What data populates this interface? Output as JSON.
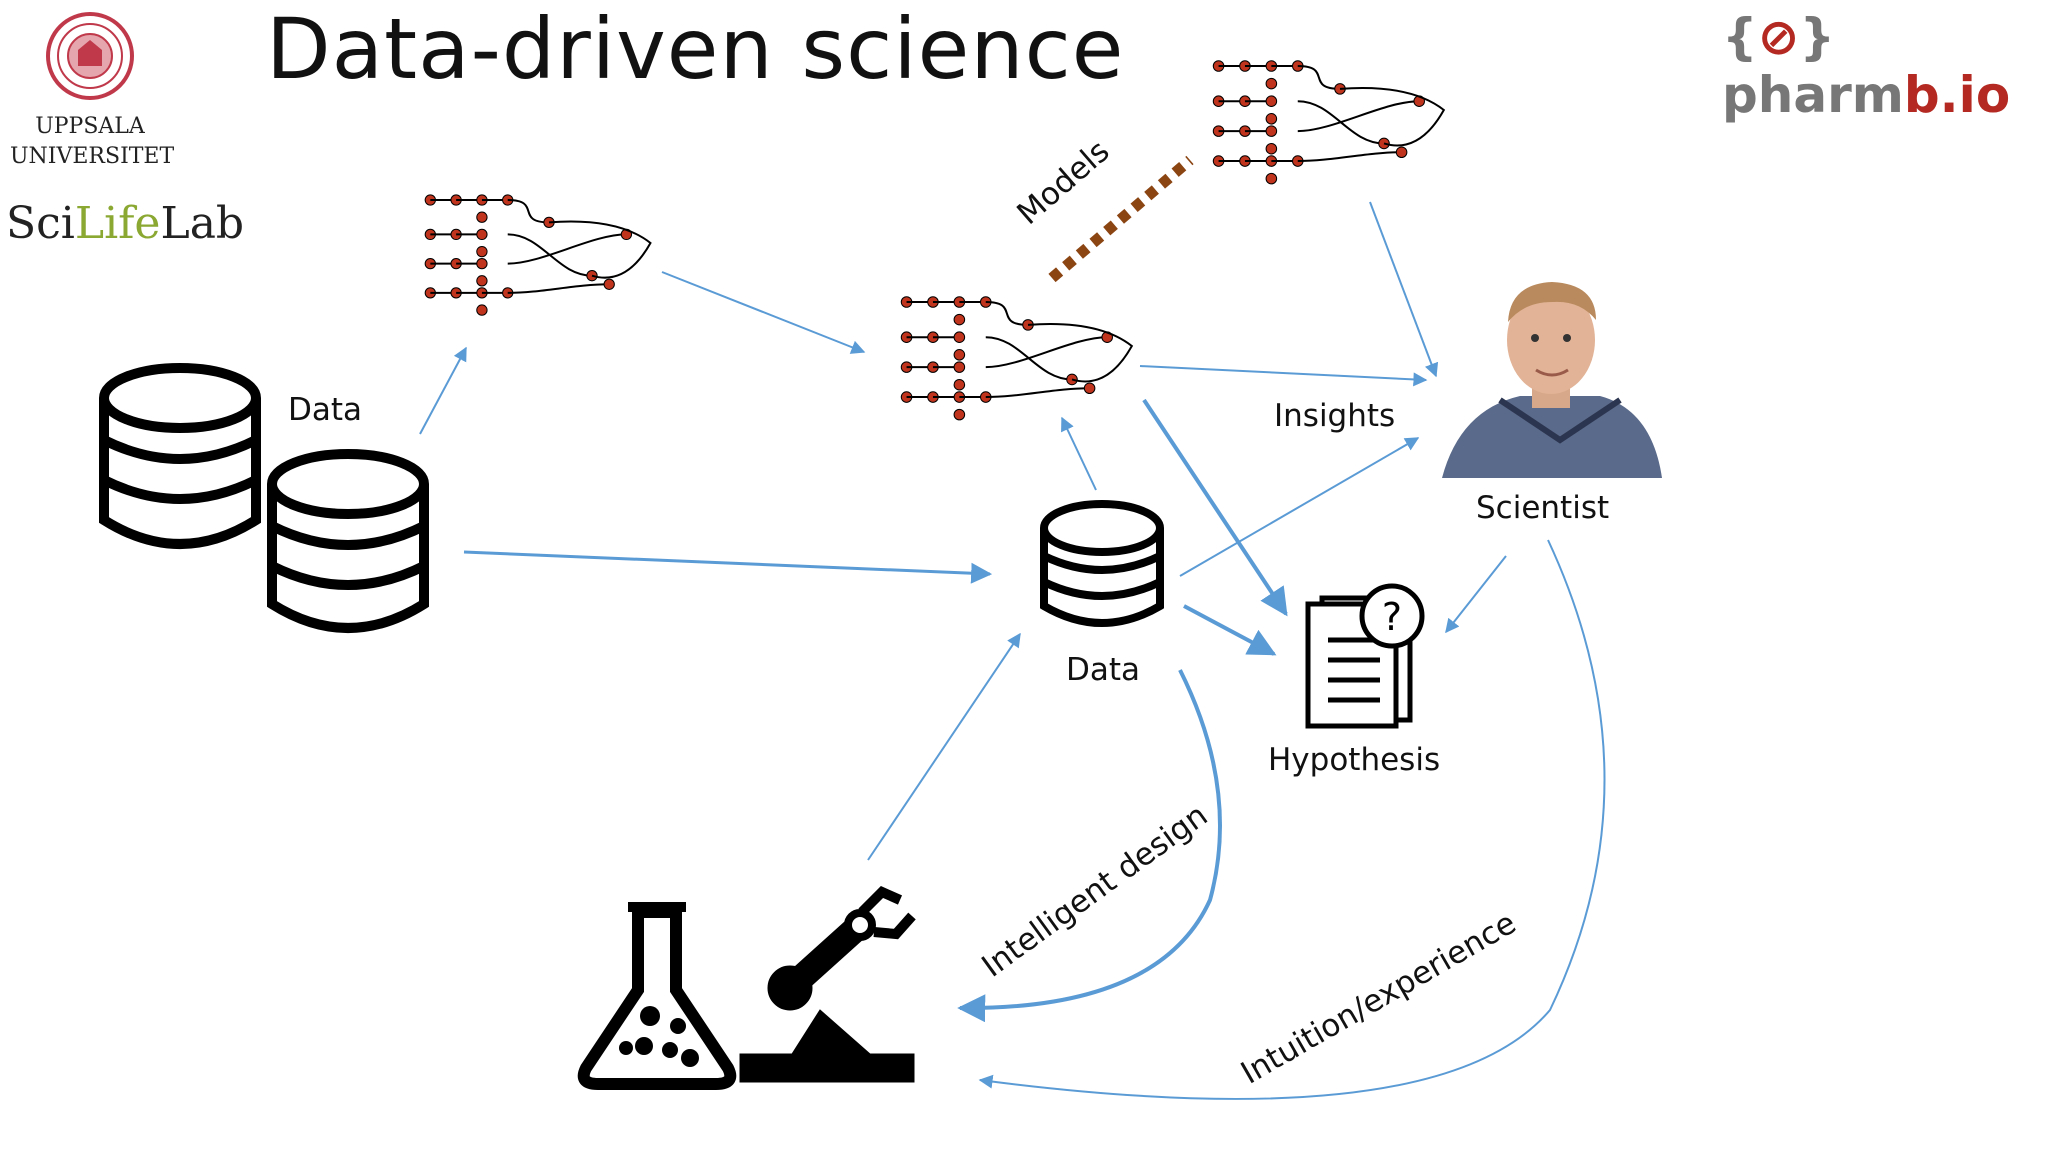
{
  "slide": {
    "title": "Data-driven science",
    "logos": {
      "university_line1": "UPPSALA",
      "university_line2": "UNIVERSITET",
      "scilifelab_a": "Sci",
      "scilifelab_b": "Life",
      "scilifelab_c": "Lab",
      "pharmbio_brace": "{",
      "pharmbio_brace_close": "}",
      "pharmbio_a": "pharm",
      "pharmbio_b": "b.io"
    },
    "labels": {
      "data_left": "Data",
      "data_center": "Data",
      "models": "Models",
      "insights": "Insights",
      "scientist": "Scientist",
      "hypothesis": "Hypothesis",
      "hypothesis_icon": "?",
      "intelligent_design": "Intelligent design",
      "intuition": "Intuition/experience"
    },
    "colors": {
      "arrow": "#5b9bd5",
      "node": "#c0341d",
      "models_dash": "#8b4513",
      "icon": "#000000"
    },
    "icons": [
      "database-icon",
      "neural-network-icon",
      "document-question-icon",
      "flask-icon",
      "robot-arm-icon",
      "scientist-photo"
    ]
  }
}
